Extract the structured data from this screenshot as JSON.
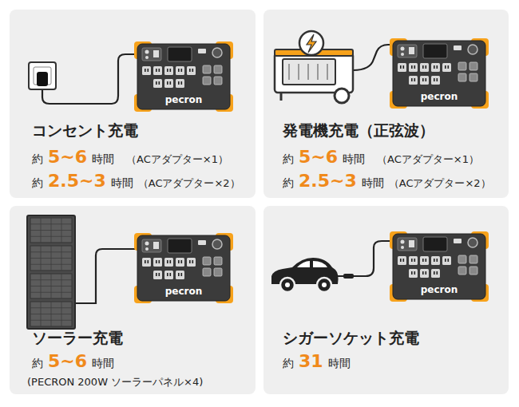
{
  "diagram": {
    "nodes": [
      {
        "text": [
          "コンセント充電",
          "約",
          "5~6",
          "時間",
          "（ACアダプター×1）",
          "約",
          "2.5~3",
          "時間",
          "（ACアダプター×2）"
        ]
      },
      {
        "text": [
          "pecron"
        ],
        "in": 0
      },
      {
        "text": [
          "発電機充電（正弦波）",
          "約",
          "5~6",
          "時間",
          "（ACアダプター×1）",
          "約",
          "2.5~3",
          "時間",
          "（ACアダプター×2）"
        ]
      },
      {
        "text": [
          "pecron"
        ],
        "in": 2
      },
      {
        "text": [
          "ソーラー充電",
          "約",
          "5~6",
          "時間",
          "(PECRON 200W ソーラーパネル×4)"
        ]
      },
      {
        "text": [
          "pecron"
        ],
        "in": 4
      },
      {
        "text": [
          "シガーソケット充電",
          "約",
          "31",
          "時間"
        ]
      },
      {
        "text": [
          "pecron"
        ],
        "in": 6
      }
    ]
  }
}
